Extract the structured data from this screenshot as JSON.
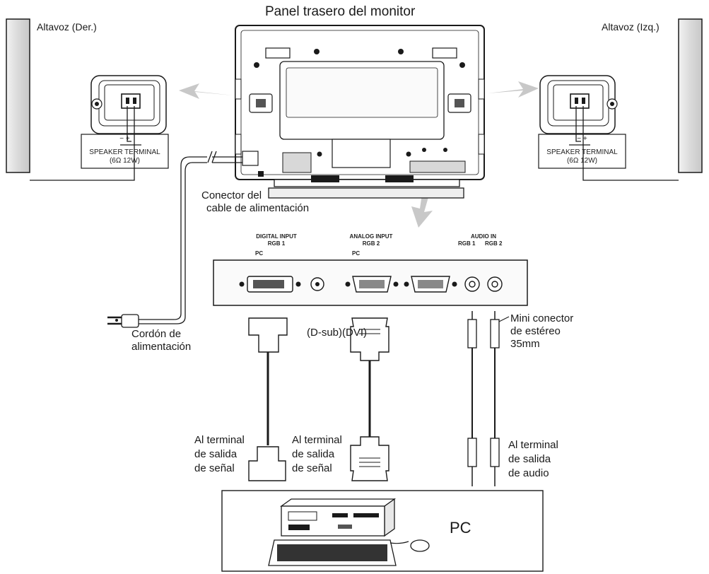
{
  "title": "Panel trasero del monitor",
  "speakers": {
    "right_label": "Altavoz (Der.)",
    "left_label": "Altavoz (Izq.)",
    "terminal_polarity": "−  +",
    "terminal_name": "SPEAKER TERMINAL",
    "terminal_spec": "(6Ω 12W)"
  },
  "monitor": {
    "power_connector_label": [
      "Conector del",
      "cable de alimentación"
    ],
    "power_cord_label": [
      "Cordón de",
      "alimentación"
    ]
  },
  "panel": {
    "digital_input": [
      "DIGITAL INPUT",
      "RGB 1"
    ],
    "analog_input": [
      "ANALOG INPUT",
      "RGB 2"
    ],
    "audio_in": "AUDIO IN",
    "audio_rgb1": "RGB 1",
    "audio_rgb2": "RGB 2",
    "pc_mark": "PC"
  },
  "cables": {
    "analog_connector_label": "(D-sub)(DVI)",
    "signal_out_label": [
      "Al terminal",
      "de salida",
      "de señal"
    ],
    "stereo_label": [
      "Mini conector",
      "de estéreo",
      "35mm"
    ],
    "audio_out_label": [
      "Al terminal",
      "de salida",
      "de audio"
    ]
  },
  "pc": {
    "label": "PC"
  },
  "colors": {
    "line": "#1a1a1a",
    "panel_fill": "#f4f4f4",
    "arrow": "#c4c4c4",
    "speaker_fill": "#e6e6e6"
  },
  "icons": [
    "speaker-terminal-icon",
    "power-plug-icon",
    "dvi-port-icon",
    "vga-port-icon",
    "audio-jack-icon",
    "pc-computer-icon",
    "mouse-icon",
    "keyboard-icon"
  ]
}
